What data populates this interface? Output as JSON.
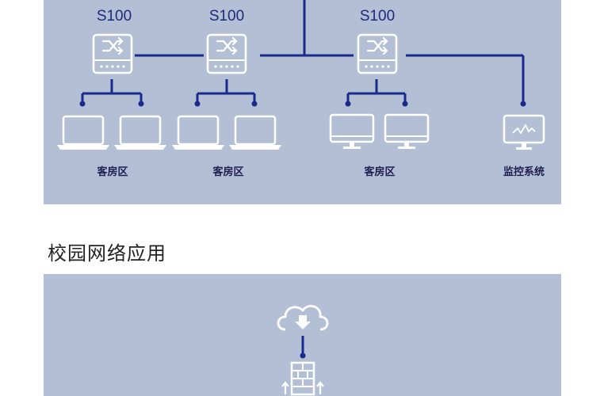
{
  "top_panel": {
    "switches": [
      {
        "label": "S100"
      },
      {
        "label": "S100"
      },
      {
        "label": "S100"
      }
    ],
    "zones": [
      {
        "label": "客房区",
        "device": "laptop"
      },
      {
        "label": "客房区",
        "device": "laptop"
      },
      {
        "label": "客房区",
        "device": "monitor"
      },
      {
        "label": "监控系统",
        "device": "monitoring-screen"
      }
    ]
  },
  "section": {
    "title": "校园网络应用"
  },
  "bottom_panel": {
    "icons": [
      "cloud-download-icon",
      "firewall-icon"
    ]
  },
  "colors": {
    "panel": "#b3bfd4",
    "line": "#1a2a8c",
    "icon": "#ffffff",
    "text": "#1e1e50"
  }
}
